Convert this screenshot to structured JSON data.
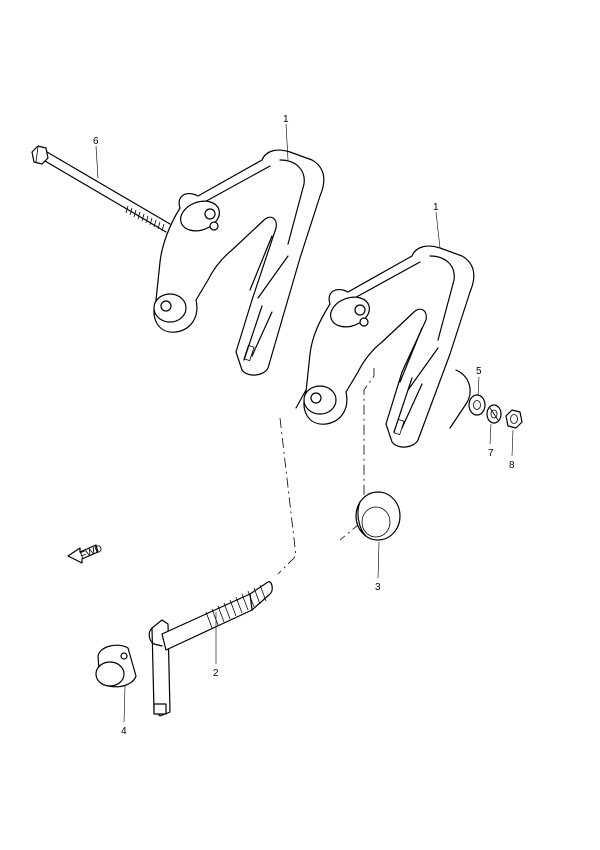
{
  "diagram": {
    "callouts": [
      {
        "id": "callout-1-rear",
        "label": "1"
      },
      {
        "id": "callout-1-front",
        "label": "1"
      },
      {
        "id": "callout-2",
        "label": "2"
      },
      {
        "id": "callout-3",
        "label": "3"
      },
      {
        "id": "callout-4",
        "label": "4"
      },
      {
        "id": "callout-5",
        "label": "5"
      },
      {
        "id": "callout-6",
        "label": "6"
      },
      {
        "id": "callout-7",
        "label": "7"
      },
      {
        "id": "callout-8",
        "label": "8"
      }
    ],
    "direction_arrow": {
      "label": "FWD",
      "icon": "forward-arrow-icon"
    }
  }
}
